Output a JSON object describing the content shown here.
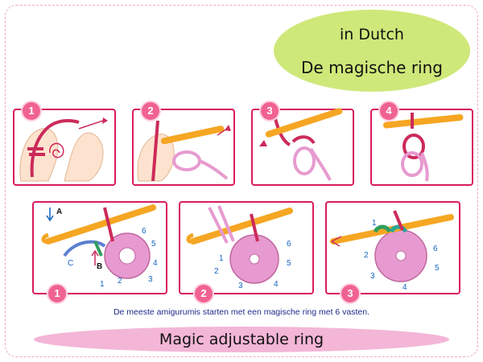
{
  "badge": {
    "line1": "in Dutch",
    "line2": "De magische ring"
  },
  "top_steps": [
    "1",
    "2",
    "3",
    "4"
  ],
  "bottom_steps": [
    "1",
    "2",
    "3"
  ],
  "panel5_labels": {
    "a": "A",
    "b": "B",
    "c": "C",
    "n1": "1",
    "n2": "2",
    "n3": "3",
    "n4": "4",
    "n5": "5",
    "n6": "6"
  },
  "panel6_labels": {
    "n1": "1",
    "n2": "2",
    "n3": "3",
    "n4": "4",
    "n5": "5",
    "n6": "6"
  },
  "panel7_labels": {
    "n1": "1",
    "n2": "2",
    "n3": "3",
    "n4": "4",
    "n5": "5",
    "n6": "6"
  },
  "caption": "De meeste amigurumis starten met een magische ring met 6 vasten.",
  "footer": "Magic adjustable ring",
  "colors": {
    "panel_border": "#d81b60",
    "yarn": "#cc2a5a",
    "hook": "#f5a623",
    "loop": "#e79ad0",
    "badge": "#cfe87a",
    "footer": "#f3b6d6",
    "label": "#1565c0"
  }
}
